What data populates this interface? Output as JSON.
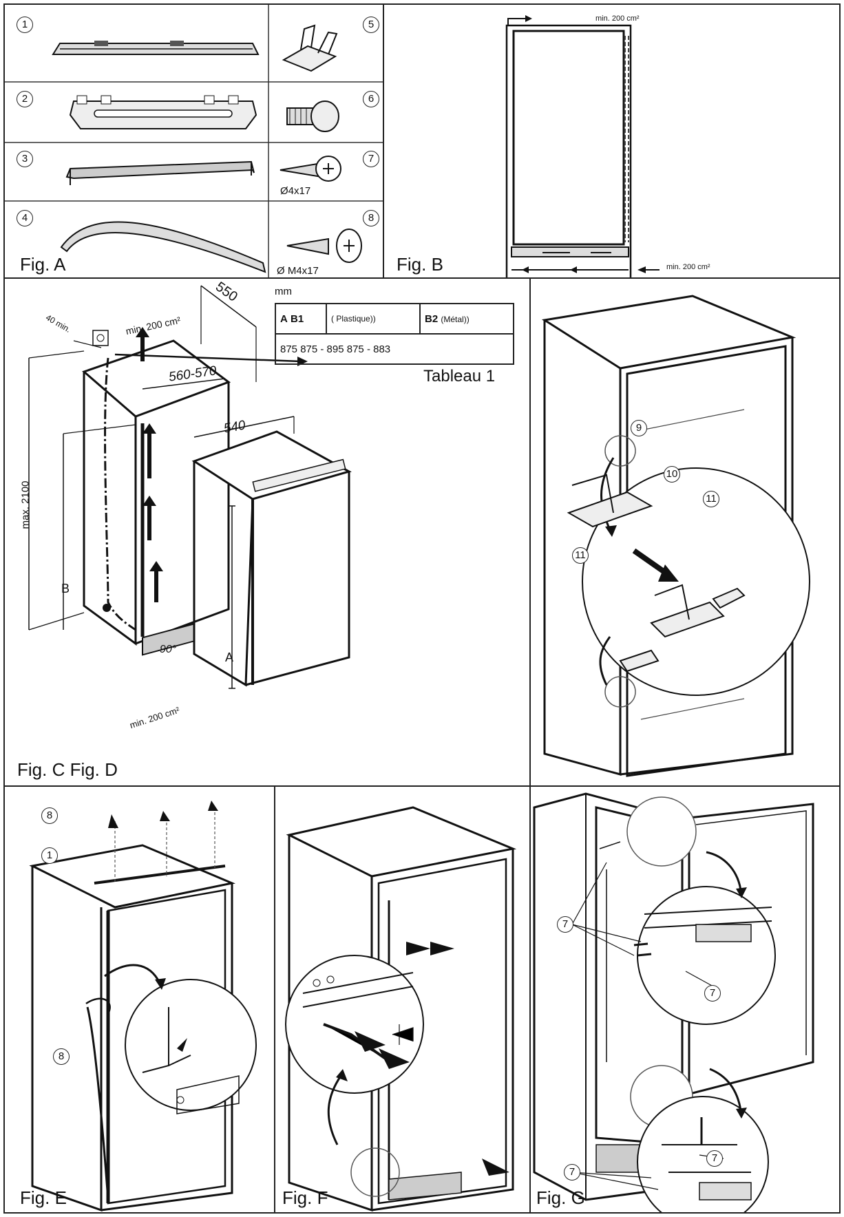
{
  "figA": {
    "caption": "Fig. A",
    "parts": [
      {
        "num": "1"
      },
      {
        "num": "2"
      },
      {
        "num": "3"
      },
      {
        "num": "4"
      },
      {
        "num": "5"
      },
      {
        "num": "6"
      },
      {
        "num": "7",
        "size": "Ø4x17"
      },
      {
        "num": "8",
        "size": "Ø M4x17"
      }
    ]
  },
  "figB": {
    "caption": "Fig. B",
    "top_label": "min. 200 cm²",
    "bottom_label": "min. 200 cm²"
  },
  "figCD": {
    "caption": "Fig. C Fig. D",
    "unit": "mm",
    "table_caption": "Tableau 1",
    "table_header": {
      "a": "A",
      "b1": "B1",
      "b1_note": "Plastique)",
      "b2": "B2",
      "b2_note": "(Métal))"
    },
    "table_row": "875 875 - 895 875 - 883",
    "dims": {
      "d550": "550",
      "d560": "560-570",
      "d540": "540",
      "max": "max. 2100",
      "min40": "40 min.",
      "top_vent": "min. 200 cm²",
      "bottom_vent": "min. 200 cm²",
      "angle": "90°",
      "B": "B",
      "A": "A"
    }
  },
  "figHinge": {
    "callouts": [
      "9",
      "10",
      "11",
      "11"
    ]
  },
  "figE": {
    "caption": "Fig. E",
    "callouts": [
      "8",
      "1",
      "8"
    ]
  },
  "figF": {
    "caption": "Fig. F"
  },
  "figG": {
    "caption": "Fig. G",
    "callouts": [
      "7",
      "7",
      "7",
      "7"
    ]
  }
}
